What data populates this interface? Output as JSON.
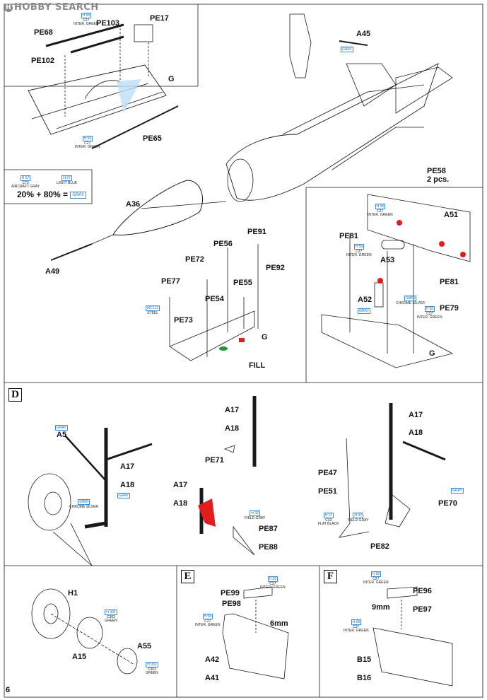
{
  "watermark": "HOBBY SEARCH",
  "page_number": "6",
  "sections": {
    "d": "D",
    "e": "E",
    "f": "F"
  },
  "mix": {
    "left_code": "H 57",
    "left_code2": "C73",
    "left_name": "AIRCRAFT GRAY",
    "right_code": "H 67",
    "right_name": "LIGHT BLUE",
    "equation": "20% + 80% =",
    "result": "GRAY"
  },
  "paint": {
    "inter_green": {
      "code": "H 58",
      "code2": "C27",
      "name": "INTER. GREEN"
    },
    "gray": "GRAY",
    "chrome_silver": {
      "code": "SM06",
      "name": "CHROME SILVER"
    },
    "steel": {
      "code": "MC213",
      "name": "STEEL"
    },
    "field_gray": {
      "code": "H 32",
      "name": "FIELD GRAY"
    },
    "flat_black": {
      "code": "H 12",
      "code2": "C33",
      "name": "FLAT BLACK"
    },
    "green_h302": {
      "code": "H 302",
      "code2": "C302",
      "name": "GREEN"
    }
  },
  "labels": {
    "pe68": "PE68",
    "pe103": "PE103",
    "pe17": "PE17",
    "pe102": "PE102",
    "g1": "G",
    "pe65": "PE65",
    "a45": "A45",
    "pe58": "PE58",
    "pe58_qty": "2 pcs.",
    "a36": "A36",
    "a49": "A49",
    "pe91": "PE91",
    "pe56": "PE56",
    "pe72": "PE72",
    "pe92": "PE92",
    "pe77": "PE77",
    "pe55": "PE55",
    "pe54": "PE54",
    "pe73": "PE73",
    "g2": "G",
    "fill": "FILL",
    "a51": "A51",
    "pe81a": "PE81",
    "a53": "A53",
    "a52": "A52",
    "pe81b": "PE81",
    "pe79": "PE79",
    "g3": "G",
    "a17_d": "A17",
    "a18_d": "A18",
    "a5": "A5",
    "a17_m": "A17",
    "a18_m": "A18",
    "pe71": "PE71",
    "a17_m2": "A17",
    "a18_m2": "A18",
    "pe87": "PE87",
    "pe88": "PE88",
    "a17_r": "A17",
    "a18_r": "A18",
    "pe47": "PE47",
    "pe51": "PE51",
    "pe70": "PE70",
    "pe82": "PE82",
    "h1": "H1",
    "a15": "A15",
    "a55": "A55",
    "pe99": "PE99",
    "pe98": "PE98",
    "dim_e": "6mm",
    "a42": "A42",
    "a41": "A41",
    "pe96": "PE96",
    "pe97": "PE97",
    "dim_f": "9mm",
    "b15": "B15",
    "b16": "B16"
  },
  "colors": {
    "line": "#1a1a1a",
    "blue": "#3a8fd8",
    "red": "#e11d1d",
    "green": "#1f9a3a",
    "wash": "#bcdff5"
  }
}
